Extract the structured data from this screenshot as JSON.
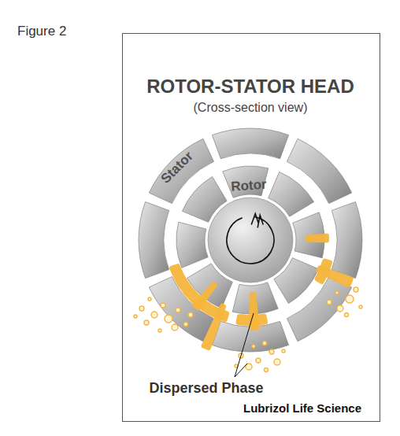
{
  "diagram": {
    "title": "ROTOR-STATOR HEAD",
    "labels": [
      "Figure 2",
      "(Cross-section view)",
      "Stator",
      "Rotor",
      "Dispersed Phase",
      "Lubrizol Life Science"
    ]
  }
}
